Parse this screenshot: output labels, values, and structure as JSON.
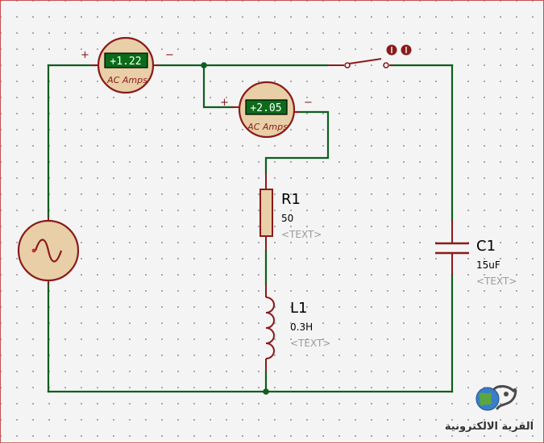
{
  "meters": [
    {
      "reading": "+1.22",
      "unit": "AC Amps",
      "plus": "+",
      "minus": "−"
    },
    {
      "reading": "+2.05",
      "unit": "AC Amps",
      "plus": "+",
      "minus": "−"
    }
  ],
  "components": {
    "r1": {
      "ref": "R1",
      "value": "50",
      "placeholder": "<TEXT>"
    },
    "l1": {
      "ref": "L1",
      "value": "0.3H",
      "placeholder": "<TEXT>"
    },
    "c1": {
      "ref": "C1",
      "value": "15uF",
      "placeholder": "<TEXT>"
    }
  },
  "source": {
    "icon": "ac-sine-icon"
  },
  "switch": {
    "icon": "switch-open-icon"
  },
  "watermark": {
    "text": "القرية الالكترونية",
    "icon": "globe-logo-icon"
  },
  "colors": {
    "wire": "#0e5e1e",
    "component": "#8b1a1a",
    "meter_face": "#e8cfa8",
    "lcd": "#0b6b19"
  }
}
